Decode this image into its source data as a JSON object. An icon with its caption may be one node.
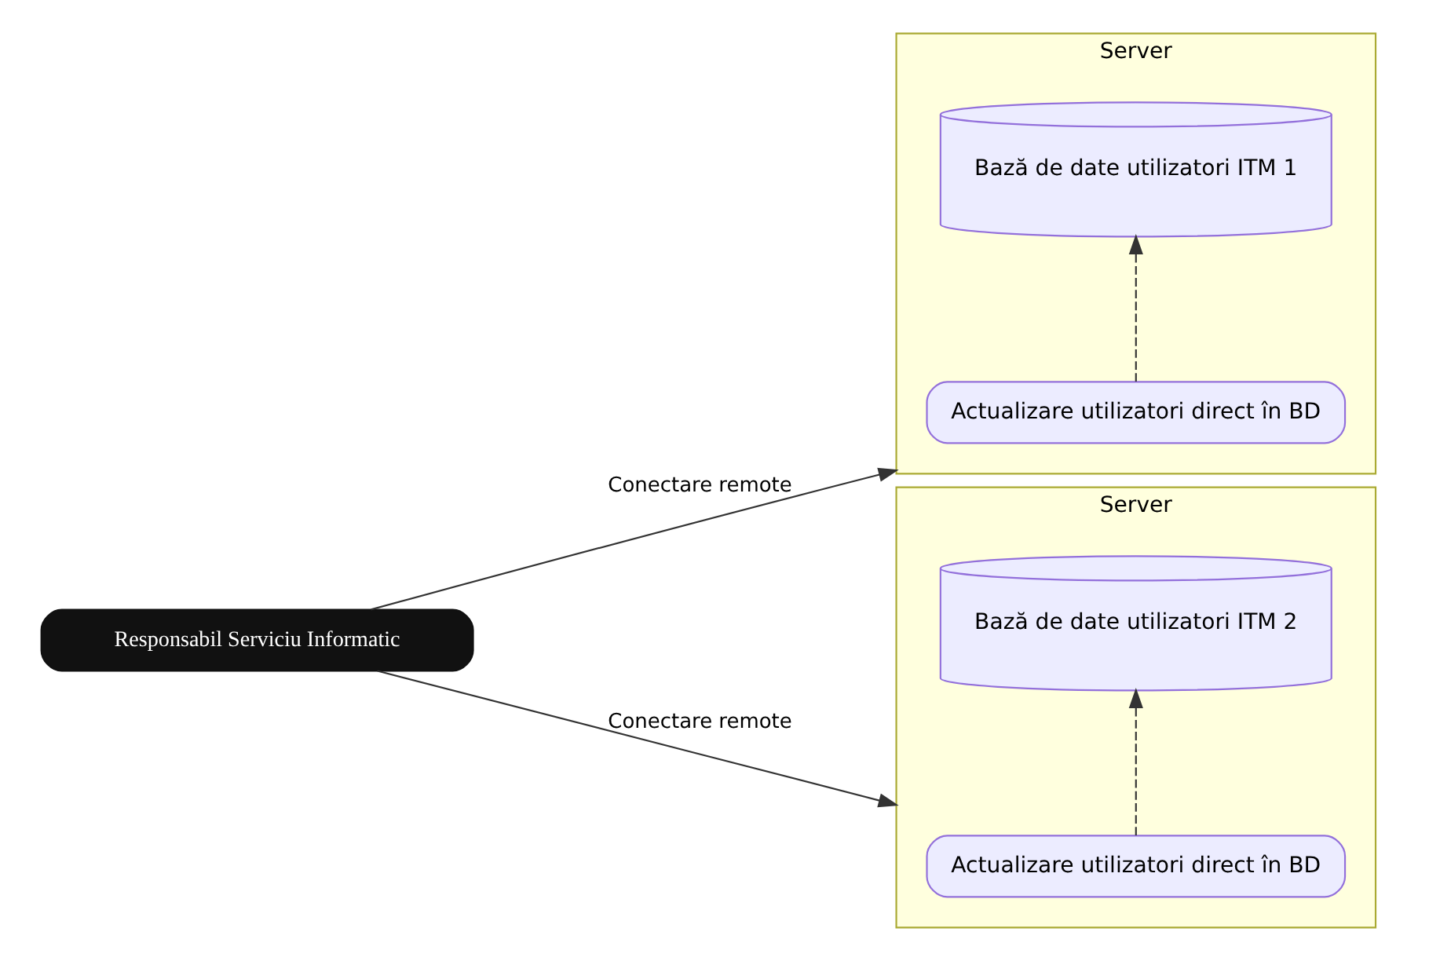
{
  "diagram": {
    "nodes": [
      {
        "text": [
          "Responsabil Serviciu Informatic"
        ]
      },
      {
        "text": [
          "Server"
        ]
      },
      {
        "text": [
          "Actualizare utilizatori direct în BD"
        ],
        "in": 1
      },
      {
        "text": [
          "Bază de date utilizatori ITM 1"
        ],
        "in": 1
      },
      {
        "text": [
          "Server"
        ]
      },
      {
        "text": [
          "Actualizare utilizatori direct în BD"
        ],
        "in": 4
      },
      {
        "text": [
          "Bază de date utilizatori ITM 2"
        ],
        "in": 4
      }
    ],
    "edges": [
      {
        "from": 0,
        "to": 1,
        "arrow": "to",
        "label": "Conectare remote"
      },
      {
        "from": 2,
        "to": 3,
        "arrow": "to",
        "style": "dashed"
      },
      {
        "from": 0,
        "to": 4,
        "arrow": "to",
        "label": "Conectare remote"
      },
      {
        "from": 5,
        "to": 6,
        "arrow": "to",
        "style": "dashed"
      }
    ]
  }
}
